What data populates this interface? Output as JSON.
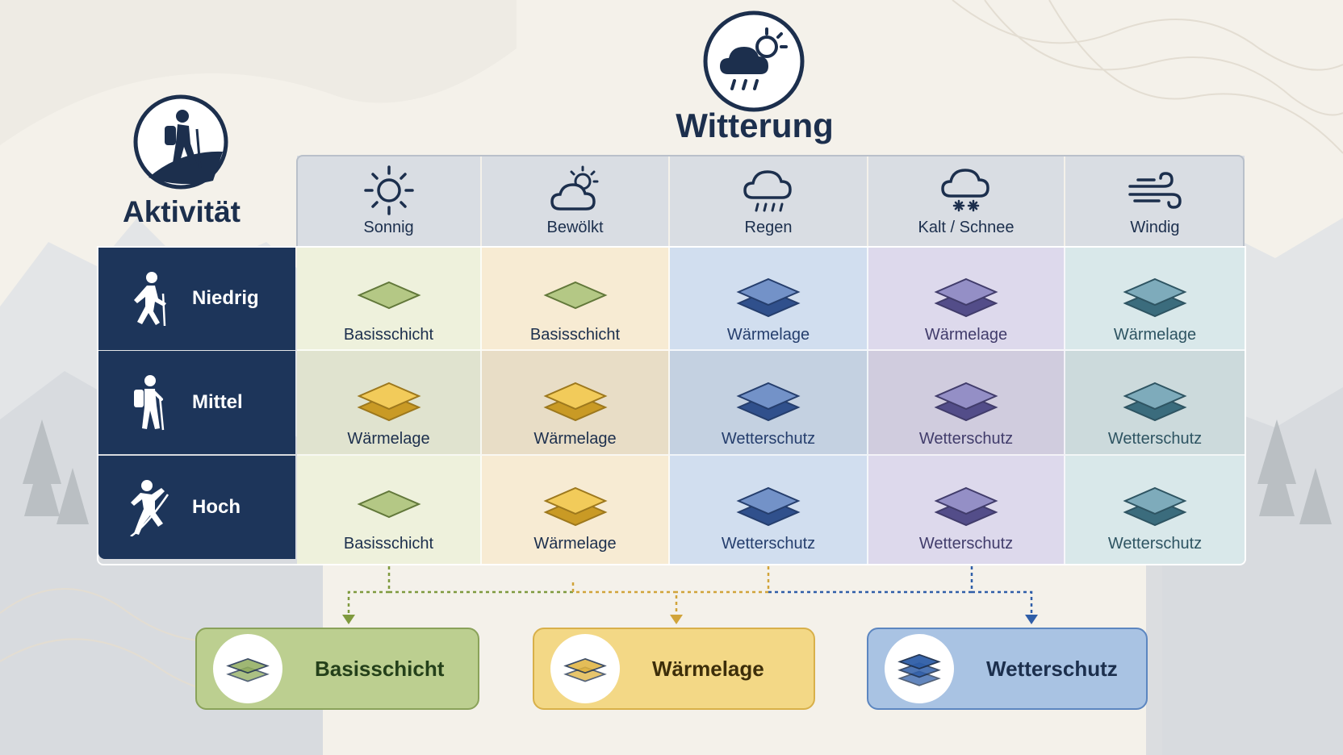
{
  "title": "Witterung",
  "row_axis_title": "Aktivität",
  "columns": [
    {
      "label": "Sonnig",
      "icon": "sun-icon",
      "tint": "#eef1dc"
    },
    {
      "label": "Bewölkt",
      "icon": "partly-cloudy-icon",
      "tint": "#f7ebd3"
    },
    {
      "label": "Regen",
      "icon": "rain-cloud-icon",
      "tint": "#d1deef"
    },
    {
      "label": "Kalt / Schnee",
      "icon": "snow-cloud-icon",
      "tint": "#ddd9ec"
    },
    {
      "label": "Windig",
      "icon": "wind-icon",
      "tint": "#d9e8ea"
    }
  ],
  "rows": [
    {
      "label": "Niedrig",
      "icon": "walking-hiker-icon"
    },
    {
      "label": "Mittel",
      "icon": "hiker-backpack-icon"
    },
    {
      "label": "Hoch",
      "icon": "climber-icon"
    }
  ],
  "cells": [
    [
      "Basisschicht",
      "Basisschicht",
      "Wärmelage",
      "Wärmelage",
      "Wärmelage"
    ],
    [
      "Wärmelage",
      "Wärmelage",
      "Wetterschutz",
      "Wetterschutz",
      "Wetterschutz"
    ],
    [
      "Basisschicht",
      "Wärmelage",
      "Wetterschutz",
      "Wetterschutz",
      "Wetterschutz"
    ]
  ],
  "legend": [
    {
      "label": "Basisschicht",
      "color": "#8fab5c",
      "bg": "#bccf90",
      "border": "#8aa25a"
    },
    {
      "label": "Wärmelage",
      "color": "#e0b23c",
      "bg": "#f3d886",
      "border": "#d8b04a"
    },
    {
      "label": "Wetterschutz",
      "color": "#2f5ea8",
      "bg": "#a9c3e3",
      "border": "#5c86c0"
    }
  ]
}
